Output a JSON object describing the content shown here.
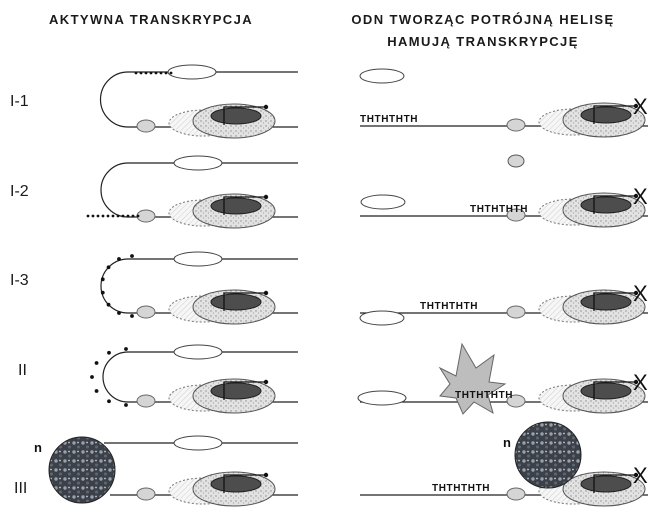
{
  "headers": {
    "left": "AKTYWNA TRANSKRYPCJA",
    "right_line1": "ODN TWORZĄC POTRÓJNĄ HELISĘ",
    "right_line2": "HAMUJĄ TRANSKRYPCJĘ"
  },
  "rows": [
    {
      "label": "I-1"
    },
    {
      "label": "I-2"
    },
    {
      "label": "I-3"
    },
    {
      "label": "II"
    },
    {
      "label": "III"
    }
  ],
  "marks": {
    "th_sequence": "THTHTHTH",
    "blocked_gene": "X",
    "nucleosome": "n"
  }
}
